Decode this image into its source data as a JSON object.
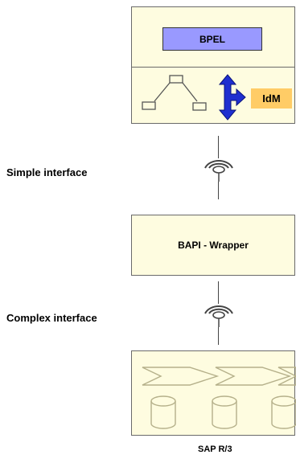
{
  "top": {
    "bpel_label": "BPEL",
    "idm_label": "IdM"
  },
  "connections": {
    "upper": "Simple interface",
    "lower": "Complex interface"
  },
  "middle": {
    "label": "BAPI - Wrapper"
  },
  "bottom": {
    "caption": "SAP R/3"
  },
  "colors": {
    "box_fill": "#fefce0",
    "bpel_fill": "#9999ff",
    "idm_fill": "#ffcc66",
    "arrow_fill": "#1f2fd0"
  }
}
